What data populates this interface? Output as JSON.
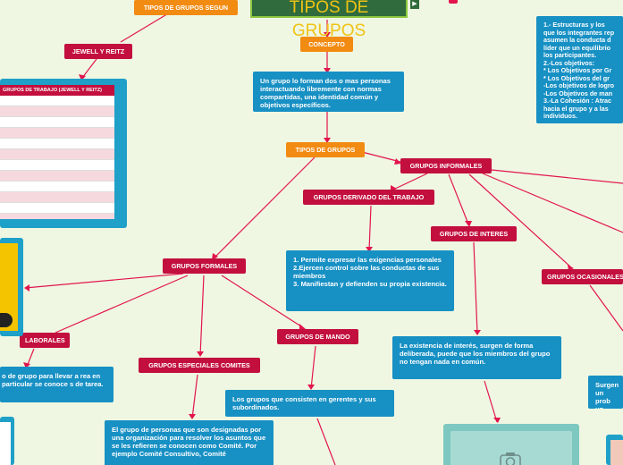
{
  "title": "TIPOS DE GRUPOS",
  "nodes": {
    "tipos_segun": "TIPOS DE GRUPOS SEGUN",
    "jewell": "JEWELL Y REITZ",
    "concepto": "CONCEPTO",
    "concepto_text": "Un grupo lo forman  dos o mas personas interactuando libremente con normas compartidas, una identidad común y objetivos específicos.",
    "tipos": "TIPOS DE GRUPOS",
    "informales": "GRUPOS INFORMALES",
    "derivado": "GRUPOS DERIVADO DEL TRABAJO",
    "interes": "GRUPOS DE INTERES",
    "ocasionales": "GRUPOS OCASIONALES",
    "formales": "GRUPOS FORMALES",
    "laborales": "LABORALES",
    "mando": "GRUPOS DE MANDO",
    "especiales": "GRUPOS ESPECIALES COMITES",
    "derivado_text": "1. Permite expresar las exigencias personales\n2.Ejercen control  sobre las conductas de sus miembros\n3. Manifiestan  y defienden su propia existencia.",
    "interes_text": "La existencia de interés, surgen de forma deliberada, puede que los miembros del grupo no tengan nada en común.",
    "mando_text": "Los grupos que consisten en gerentes y sus subordinados.",
    "especiales_text": "El grupo de personas que son designadas por una organización para resolver los asuntos que se les refieren se conocen como Comité. Por ejemplo Comité Consultivo, Comité",
    "laborales_text": "o de grupo para llevar a rea en particular se conoce s de tarea.",
    "ocasionales_text": "Surgen un prob un esta",
    "right_text": "1.- Estructuras y los que los integrantes rep asumen la conducta d líder que un equilibrio los participantes.\n2.-Los objetivos:\n* Los Objetivos por Gr\n* Los Objetivos del gr\n-Los objetivos de logro\n-Los Objetivos de man\n3.-La Cohesión : Atrac hacia el grupo y a las individuos."
  },
  "table": {
    "header": "GRUPOS DE TRABAJO (JEWELL Y REITZ)"
  }
}
